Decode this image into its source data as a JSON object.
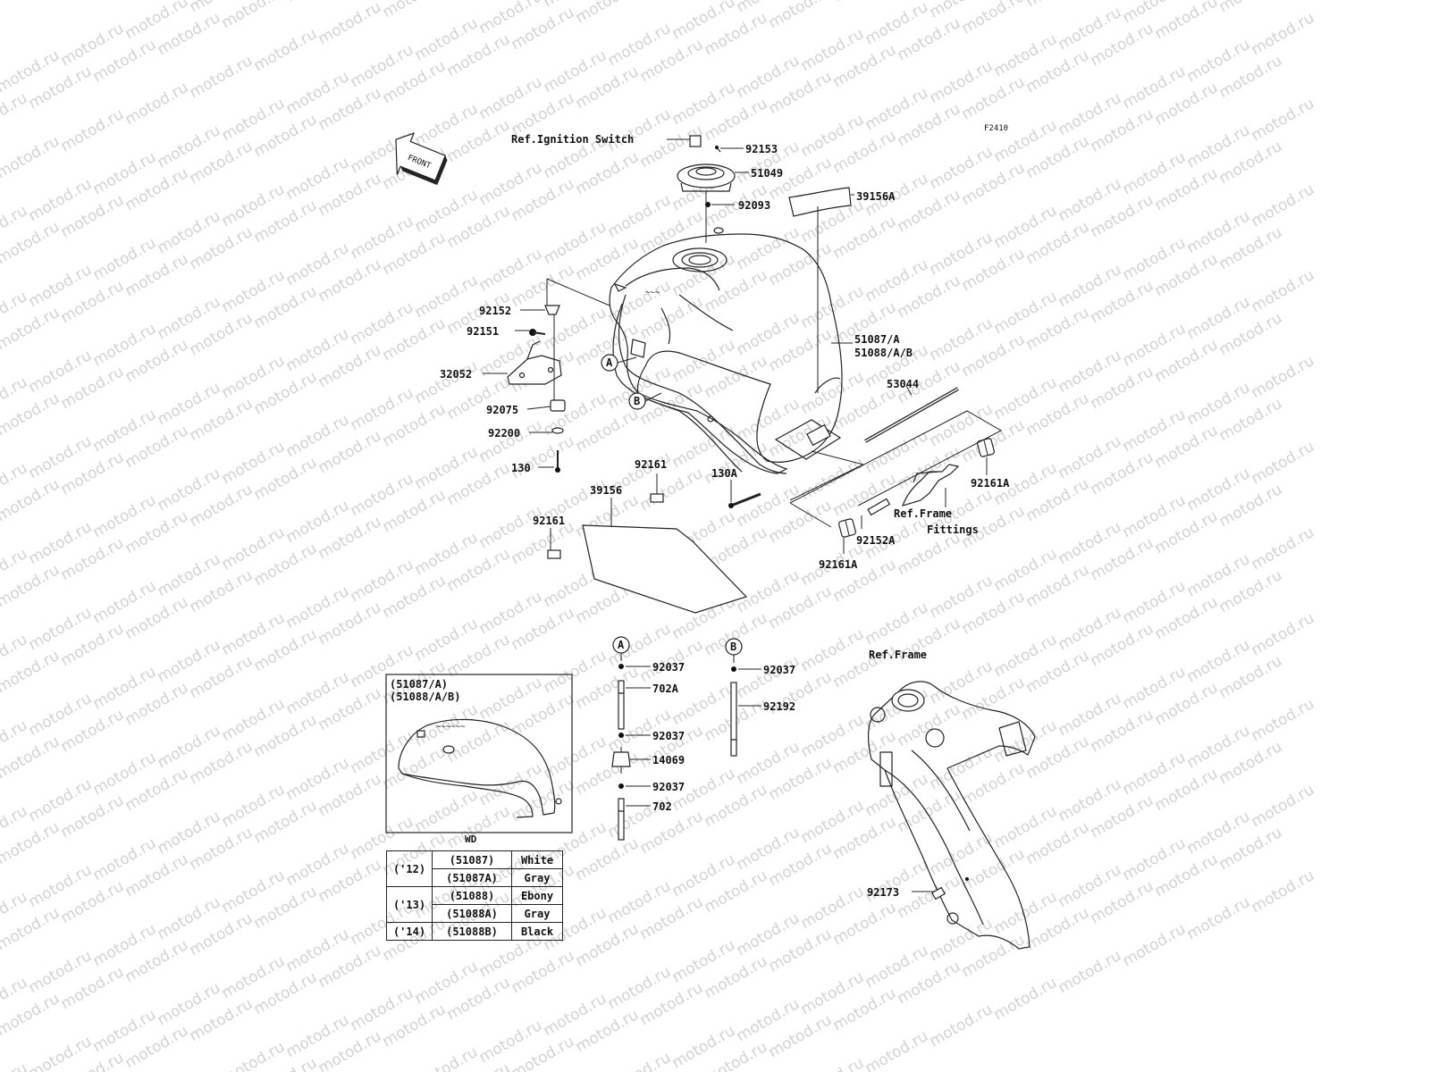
{
  "watermark": "motod.ru",
  "figure_code": "F2410",
  "front_label": "FRONT",
  "callouts": [
    {
      "id": "ref_ignition",
      "text": "Ref.Ignition Switch"
    },
    {
      "id": "p92153",
      "text": "92153"
    },
    {
      "id": "p51049",
      "text": "51049"
    },
    {
      "id": "p92093",
      "text": "92093"
    },
    {
      "id": "p39156A",
      "text": "39156A"
    },
    {
      "id": "p51087",
      "text": "51087/A"
    },
    {
      "id": "p51088",
      "text": "51088/A/B"
    },
    {
      "id": "p92152",
      "text": "92152"
    },
    {
      "id": "p92151",
      "text": "92151"
    },
    {
      "id": "p32052",
      "text": "32052"
    },
    {
      "id": "p92075",
      "text": "92075"
    },
    {
      "id": "p92200",
      "text": "92200"
    },
    {
      "id": "p130",
      "text": "130"
    },
    {
      "id": "p92161_top",
      "text": "92161"
    },
    {
      "id": "p39156",
      "text": "39156"
    },
    {
      "id": "p92161_left",
      "text": "92161"
    },
    {
      "id": "p130A",
      "text": "130A"
    },
    {
      "id": "p53044",
      "text": "53044"
    },
    {
      "id": "p92161A_right",
      "text": "92161A"
    },
    {
      "id": "ref_frame_fittings_1",
      "text": "Ref.Frame"
    },
    {
      "id": "ref_frame_fittings_2",
      "text": "Fittings"
    },
    {
      "id": "p92152A",
      "text": "92152A"
    },
    {
      "id": "p92161A_bottom",
      "text": "92161A"
    },
    {
      "id": "marker_A_tank",
      "text": "A"
    },
    {
      "id": "marker_B_tank",
      "text": "B"
    },
    {
      "id": "marker_A_hose",
      "text": "A"
    },
    {
      "id": "marker_B_hose",
      "text": "B"
    },
    {
      "id": "p92037_a1",
      "text": "92037"
    },
    {
      "id": "p702A",
      "text": "702A"
    },
    {
      "id": "p92037_a2",
      "text": "92037"
    },
    {
      "id": "p14069",
      "text": "14069"
    },
    {
      "id": "p92037_a3",
      "text": "92037"
    },
    {
      "id": "p702",
      "text": "702"
    },
    {
      "id": "p92037_b1",
      "text": "92037"
    },
    {
      "id": "p92192",
      "text": "92192"
    },
    {
      "id": "ref_frame",
      "text": "Ref.Frame"
    },
    {
      "id": "p92173",
      "text": "92173"
    }
  ],
  "inset": {
    "title_line1": "(51087/A)",
    "title_line2": "(51088/A/B)",
    "wd_label": "WD"
  },
  "color_table": {
    "rows": [
      {
        "year": "('12)",
        "part": "(51087)",
        "color": "White"
      },
      {
        "year": "",
        "part": "(51087A)",
        "color": "Gray"
      },
      {
        "year": "('13)",
        "part": "(51088)",
        "color": "Ebony"
      },
      {
        "year": "",
        "part": "(51088A)",
        "color": "Gray"
      },
      {
        "year": "('14)",
        "part": "(51088B)",
        "color": "Black"
      }
    ]
  }
}
